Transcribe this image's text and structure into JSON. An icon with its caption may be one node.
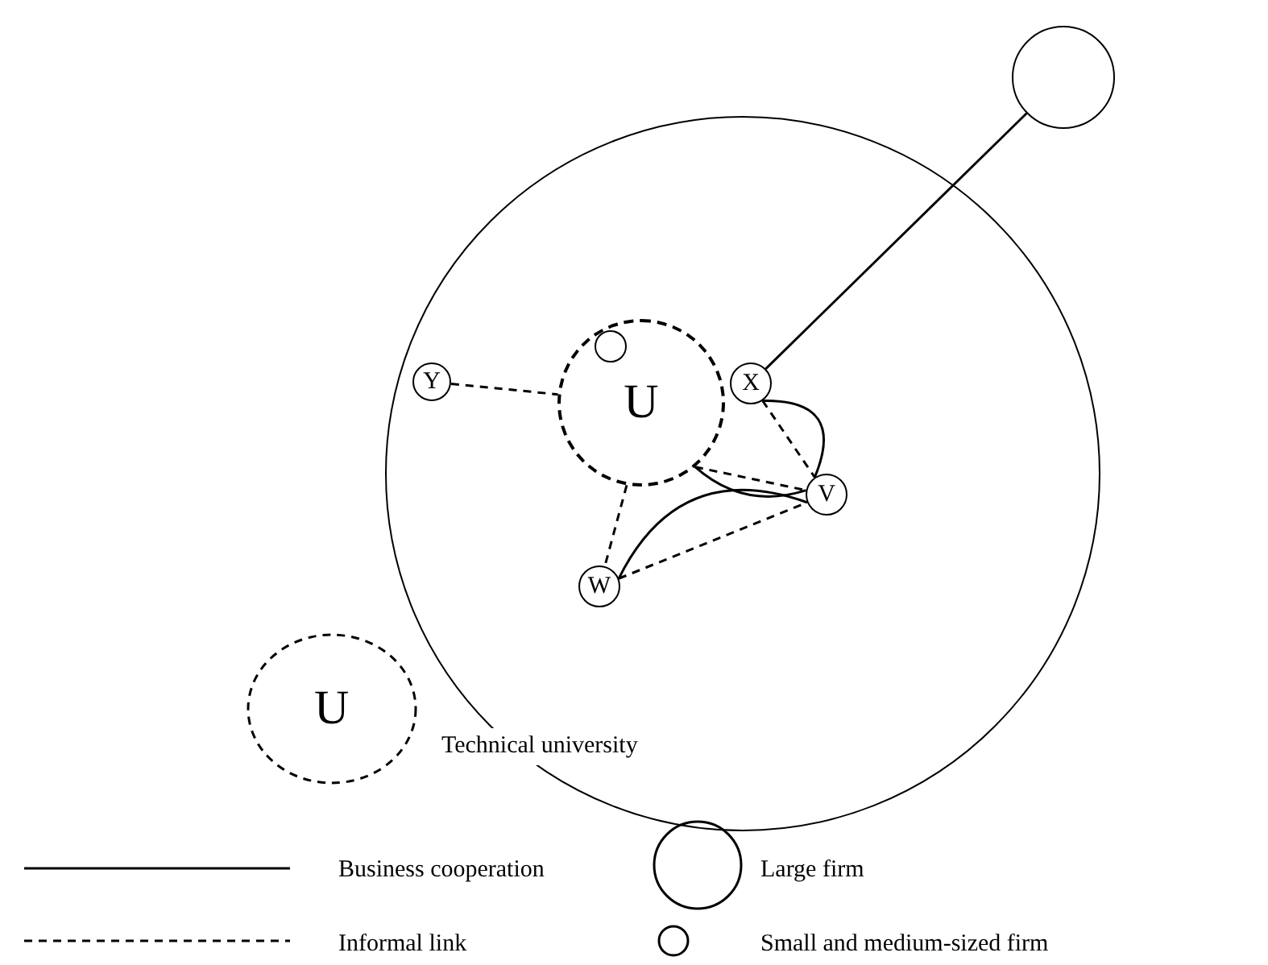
{
  "diagram": {
    "nodes": [
      {
        "text": [],
        "shape": "circle"
      },
      {
        "text": [],
        "shape": "circle"
      },
      {
        "text": [
          "U"
        ],
        "in": 0
      },
      {
        "text": [],
        "shape": "circle",
        "in": 2
      },
      {
        "text": [
          "Y"
        ],
        "in": 0
      },
      {
        "text": [
          "X"
        ],
        "in": 0
      },
      {
        "text": [
          "V"
        ],
        "in": 0
      },
      {
        "text": [
          "W"
        ],
        "in": 0
      }
    ],
    "edges": [
      {
        "from": 1,
        "to": 5,
        "arrow": "none"
      },
      {
        "from": 4,
        "to": 2,
        "arrow": "none",
        "style": "dashed"
      },
      {
        "from": 5,
        "to": 6,
        "arrow": "none",
        "style": "dashed"
      },
      {
        "from": 5,
        "to": 6,
        "arrow": "none"
      },
      {
        "from": 2,
        "to": 6,
        "arrow": "none",
        "style": "dashed"
      },
      {
        "from": 2,
        "to": 6,
        "arrow": "none"
      },
      {
        "from": 2,
        "to": 7,
        "arrow": "none",
        "style": "dashed"
      },
      {
        "from": 7,
        "to": 6,
        "arrow": "none"
      },
      {
        "from": 7,
        "to": 6,
        "arrow": "none",
        "style": "dashed"
      }
    ],
    "labels": [
      "U"
    ],
    "legend": [
      {
        "text": "Technical university"
      },
      {
        "text": "Business cooperation"
      },
      {
        "text": "Large firm"
      },
      {
        "text": "Informal link"
      },
      {
        "text": "Small and medium-sized firm"
      }
    ]
  }
}
